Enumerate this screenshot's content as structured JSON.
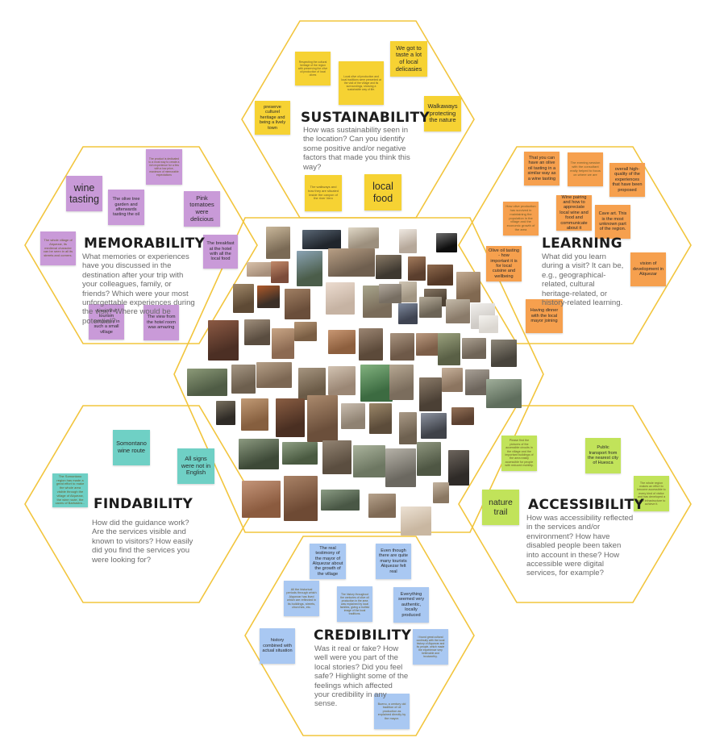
{
  "colors": {
    "hex_border": "#f2c53d",
    "sustainability_note": "#f6d233",
    "memorability_note": "#c99ad8",
    "learning_note": "#f6a04e",
    "findability_note": "#6fd0c5",
    "accessibility_note": "#c1e35a",
    "credibility_note": "#a9c8f2"
  },
  "sustainability": {
    "title": "SUSTAINABILITY",
    "question": "How was sustainability seen in the location? Can you identify some positive and/or negative factors that made you think this way?",
    "notes": [
      "Respecting the cultural heritage of the region with preserving the olive oil production of local olives",
      "Local olive oil production and local traditions were presented at the visit of the village and its surroundings, showing a sustainable way of life.",
      "We got to taste a lot of local delicasies",
      "preserve culturel heritage and being a lively town",
      "Walkaways protecting the nature",
      "The walkways and how they are situated inside the canyon of the river Vero",
      "local food"
    ]
  },
  "memorability": {
    "title": "MEMORABILITY",
    "question": "What memories or experiences have you discussed in the destination after your trip with your colleagues, family, or friends? Which were your most unforgettable experiences during the visit? Where would be potential?",
    "notes": [
      "The product is dedicated to a most way to create a rich experience for a few with a low price, maximum of memorable expectations",
      "wine tasting",
      "The olive tree garden and afterwards tasting the oil",
      "Pink tomatoes were delicious",
      "The whole village of Alquezar, its medieval character can be seen in all its streets and corners.",
      "The breakfast at the hotel with all the local food",
      "Amount of tourism companies in such a small village",
      "The view from the hotel room was amazing"
    ]
  },
  "learning": {
    "title": "LEARNING",
    "question": "What did you learn during a visit? It can be, e.g., geographical-related, cultural heritage-related, or history-related learning.",
    "notes": [
      "That you can have an olive oil tasting in a similar way as a wine tasting",
      "The evening session with the consultant really helped to focus on where we are",
      "overall high-quality of the experiences that have been proposed",
      "How olive production has survived in maintaining the population in the village and the economic growth of the area",
      "Wine pairing and how to appreciate local wine and food and communicate about it",
      "Cave art. This is the most unknown part of the region.",
      "Olive oil tasting - how important it is for local cuisine and wellbeing",
      "vision of development in Alquezar",
      "Having dinner with the local mayor joining"
    ]
  },
  "findability": {
    "title": "FINDABILITY",
    "question": "How did the guidance work? Are the services visible and known to visitors? How easily did you find the services you were looking for?",
    "notes": [
      "Somontano wine route",
      "All signs were not in English",
      "The Somontano region has made a great effort to make the whole area visible through the village of Alquezar, the wine route, the caves of Barbastro..."
    ]
  },
  "accessibility": {
    "title": "ACCESSIBILITY",
    "question": "How was accessibility reflected in the services and/or environment? How have disabled people been taken into account in these? How accessible were digital services, for example?",
    "notes": [
      "Please find the pictures of the accessible circuits in the village and the important buildings of the area easily accessible for people with reduced mobility.",
      "Public transport from the nearest city of Huesca",
      "nature trail",
      "The whole region makes an effort to become accessible to every kind of visitor and has developed a lot of infrastructure to achieve it."
    ]
  },
  "credibility": {
    "title": "CREDIBILITY",
    "question": "Was it real or fake? How well were you part of the local stories? Did you feel safe? Highlight some of the feelings which affected your credibility in any sense.",
    "notes": [
      "The real testimony of the mayor of Alquezar about the growth of the village",
      "Even though there are quite many tourists Alquezar felt real",
      "All the historical periods through which Alquezar has lived which are reflected in its buildings, streets, churches, etc.",
      "The history throughout the centuries of olive oil production in the area was explained by local families, giving a truthful image of the local traditions.",
      "Everything seemed very authentic, locally produced",
      "history combined with actual situation",
      "I found great cultural continuity with the local history of Alquezar and its people, which made the experience very believable and trustworthy.",
      "Bueno, a century old tradition of oil production as explained directly by the mayor."
    ]
  }
}
